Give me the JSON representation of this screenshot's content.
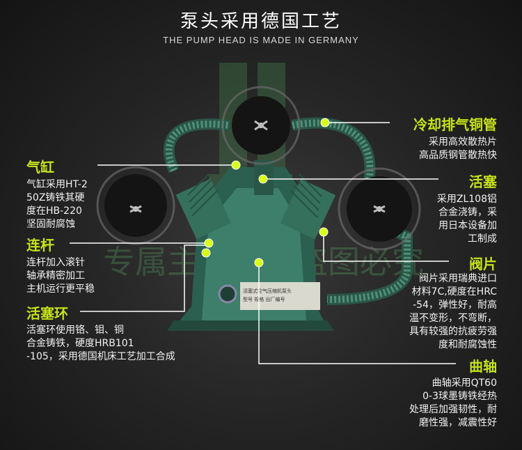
{
  "header": {
    "title": "泵头采用德国工艺",
    "subtitle": "THE PUMP HEAD IS MADE IN GERMANY"
  },
  "watermark": {
    "lines": [
      "专属主图",
      "盗图必究"
    ]
  },
  "nameplate": {
    "lines": [
      "活塞式空气压缩机泵头",
      "型号 规格 出厂编号"
    ]
  },
  "callouts": {
    "cylinder": {
      "title": "气缸",
      "desc": [
        "气缸采用HT-2",
        "50Z铸铁其硬",
        "度在HB-220",
        "坚固耐腐蚀"
      ]
    },
    "rod": {
      "title": "连杆",
      "desc": [
        "连杆加入滚针",
        "轴承精密加工",
        "主机运行更平稳"
      ]
    },
    "ring": {
      "title": "活塞环",
      "desc": [
        "活塞环使用铬、钼、铜",
        "合金铸铁，硬度HRB101",
        "-105，采用德国机床工艺加工合成"
      ]
    },
    "cooling": {
      "title": "冷却排气铜管",
      "desc": [
        "采用高效散热片",
        "高品质钢管散热快"
      ]
    },
    "piston": {
      "title": "活塞",
      "desc": [
        "采用ZL108铝",
        "合金浇铸，采",
        "用日本设备加",
        "工制成"
      ]
    },
    "valve": {
      "title": "阀片",
      "desc": [
        "阀片采用瑞典进口",
        "材料7C,硬度在HRC",
        "-54，弹性好，耐高",
        "温不变形，不弯断，",
        "具有较强的抗疲劳强",
        "度和耐腐蚀性"
      ]
    },
    "crank": {
      "title": "曲轴",
      "desc": [
        "曲轴采用QT60",
        "0-3球墨铸铁经热",
        "处理后加强韧性，耐",
        "磨性强，减震性好"
      ]
    }
  },
  "colors": {
    "accent": "#c6e21a",
    "machine": "#3d7f6a",
    "machine_dark": "#2b5f4f",
    "pulley": "#1a1a1a"
  }
}
